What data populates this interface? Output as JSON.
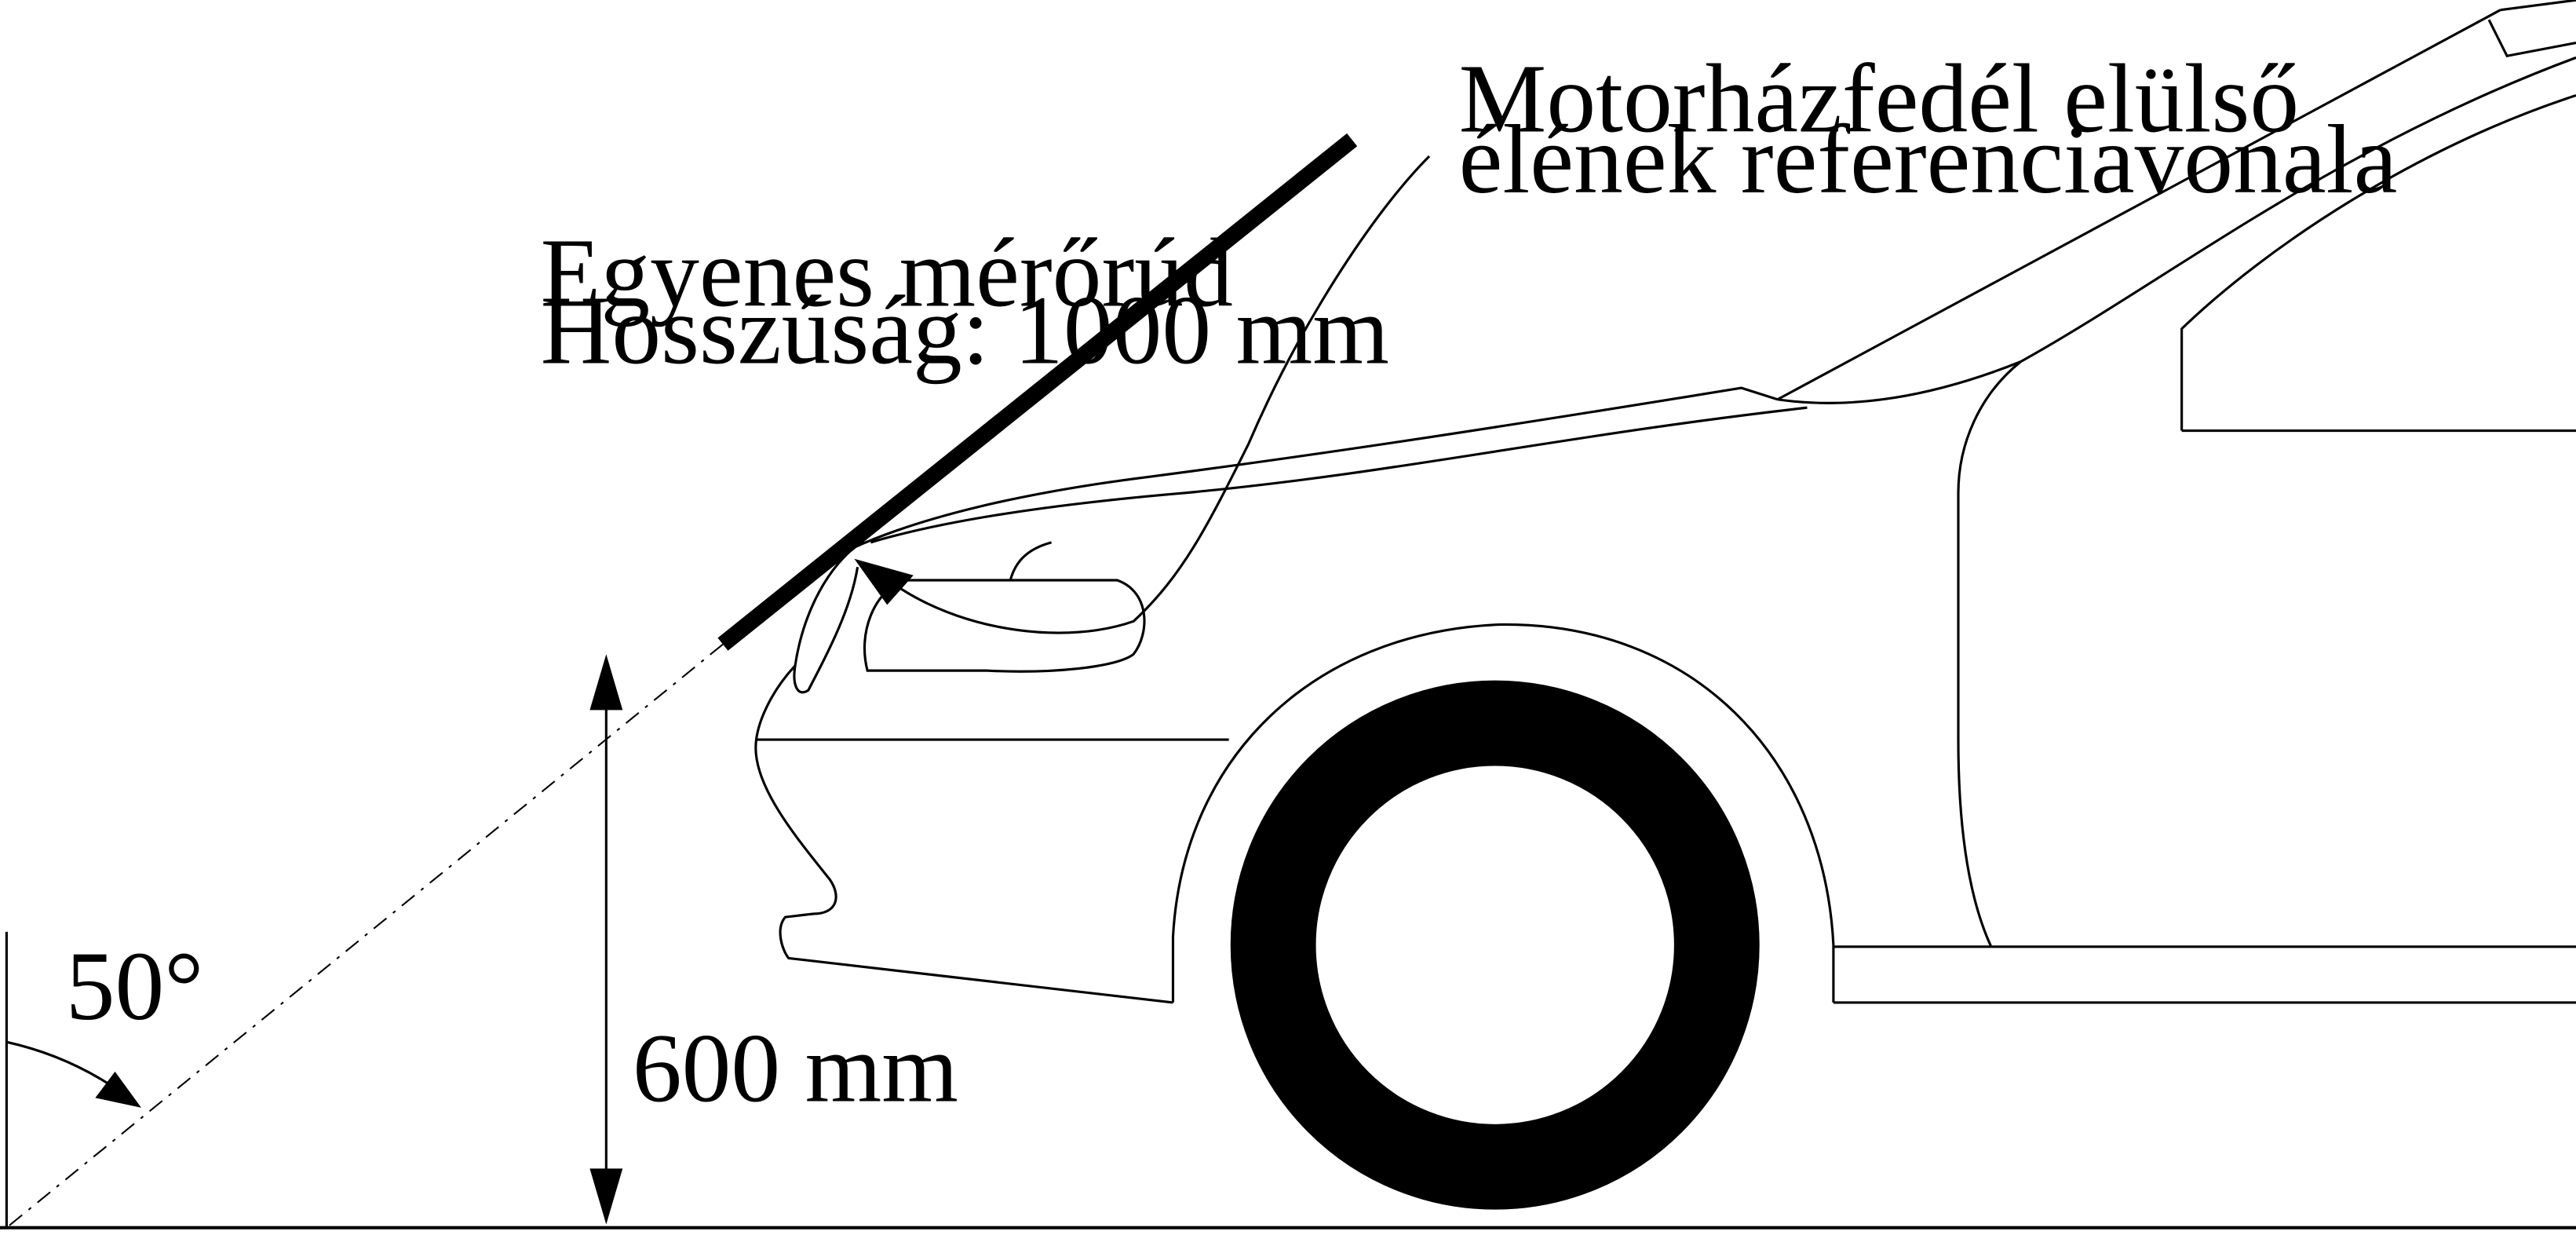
{
  "labels": {
    "rod_line1": "Egyenes mérőrúd",
    "rod_line2": "Hosszúság: 1000 mm",
    "bonnet_line1": "Motorházfedél elülső",
    "bonnet_line2": "élének referenciavonala",
    "angle": "50°",
    "height": "600 mm"
  },
  "colors": {
    "ink": "#000000",
    "background": "#ffffff"
  }
}
